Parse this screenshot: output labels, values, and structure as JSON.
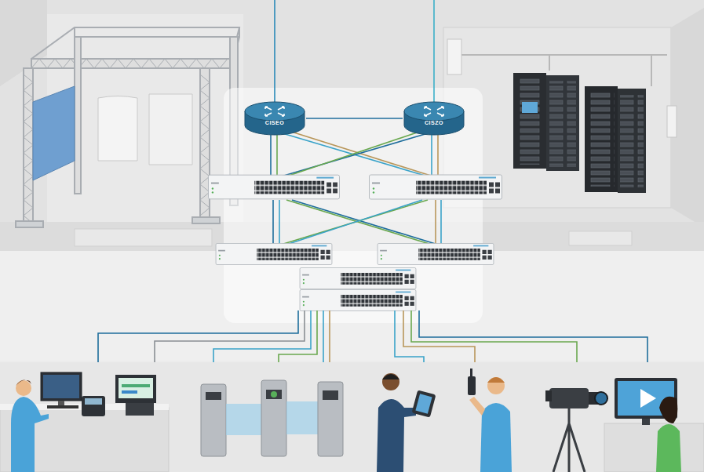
{
  "diagram": {
    "nodes": [
      {
        "text": [
          "CISEO"
        ]
      },
      {
        "text": [
          "CISZO"
        ]
      }
    ],
    "edges": [
      {
        "from": 0,
        "to": 1,
        "arrow": "none"
      }
    ]
  }
}
